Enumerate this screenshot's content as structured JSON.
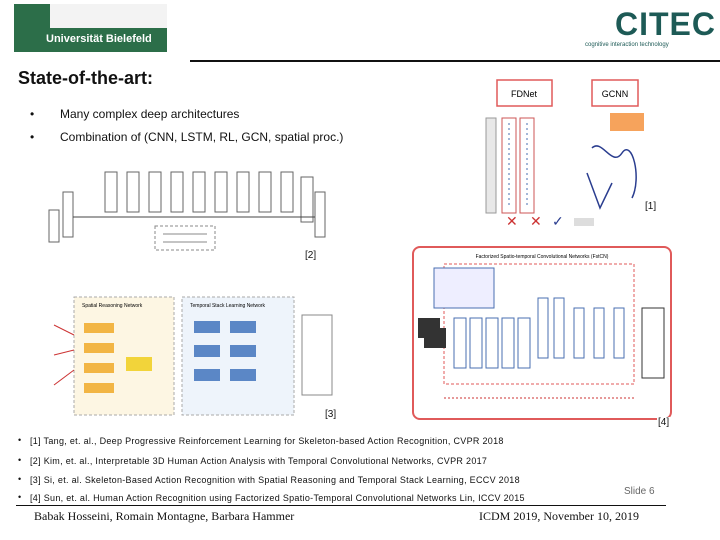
{
  "header": {
    "university_logo_text": "Universität Bielefeld",
    "citec_logo_text": "CITEC",
    "citec_tagline": "cognitive interaction technology"
  },
  "slide": {
    "title": "State-of-the-art:",
    "bullets": [
      {
        "marker": "•",
        "text": "Many complex deep architectures"
      },
      {
        "marker": "•",
        "text": "Combination of (CNN, LSTM, RL, GCN, spatial proc.)"
      }
    ],
    "figure_labels": [
      "[1]",
      "[2]",
      "[3]",
      "[4]"
    ],
    "figure1": {
      "blocks": [
        "FDNet",
        "GCNN"
      ]
    },
    "figure4": {
      "title": "Factorized Spatio-temporal Convolutional Networks (FstCN)"
    },
    "figure3": {
      "title_left": "Spatial Reasoning Network",
      "title_right": "Temporal Stack Learning Network"
    },
    "references": [
      {
        "marker": "•",
        "text": "[1] Tang, et. al., Deep Progressive Reinforcement Learning for Skeleton-based Action Recognition, CVPR 2018"
      },
      {
        "marker": "•",
        "text": "[2] Kim, et. al., Interpretable 3D Human Action Analysis with Temporal Convolutional Networks, CVPR 2017"
      },
      {
        "marker": "•",
        "text": "[3] Si, et. al. Skeleton-Based Action Recognition with Spatial Reasoning and Temporal Stack Learning, ECCV 2018"
      },
      {
        "marker": "•",
        "text": "[4] Sun, et. al. Human Action Recognition using Factorized Spatio-Temporal Convolutional Networks  Lin, ICCV 2015"
      }
    ],
    "slide_number": "Slide 6"
  },
  "footer": {
    "authors": "Babak Hosseini, Romain Montagne, Barbara Hammer",
    "venue_date": "ICDM 2019, November 10, 2019"
  },
  "colors": {
    "uni_green": "#2c6e49",
    "citec_teal": "#1d5a56",
    "fig4_border": "#e05a5a"
  }
}
